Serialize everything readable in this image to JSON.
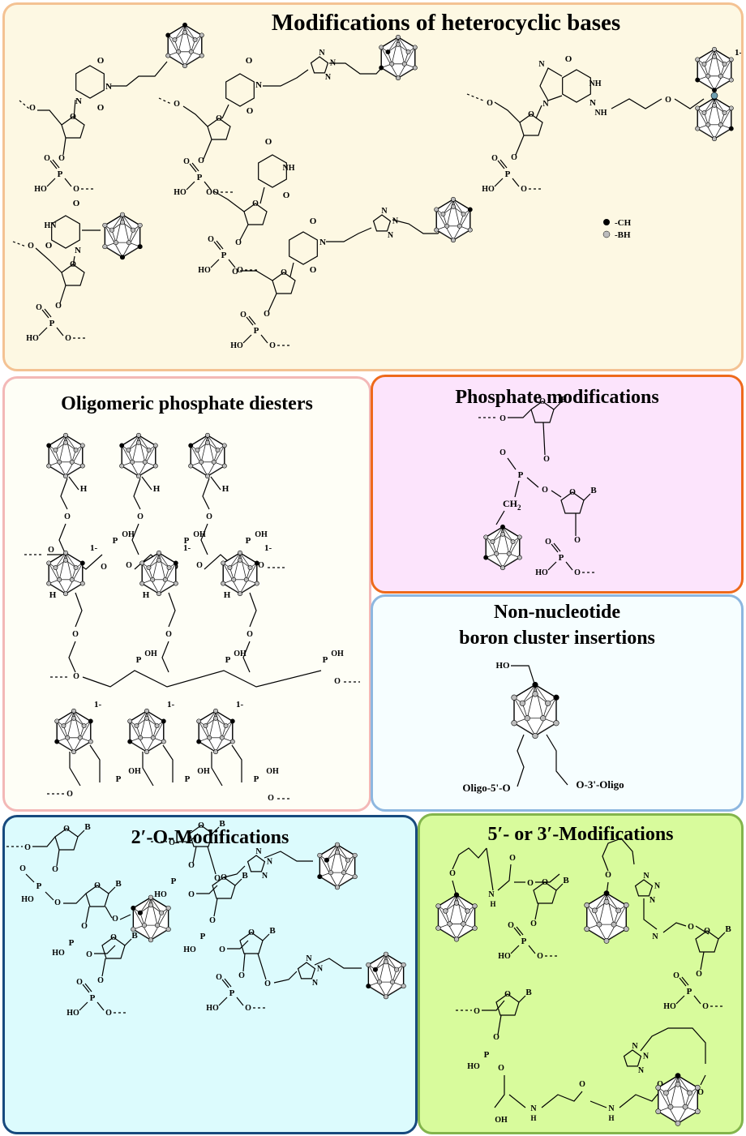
{
  "colors": {
    "heterocyclic_bg": "#fdf8e3",
    "heterocyclic_border": "#f4c293",
    "oligomeric_bg": "#fefef6",
    "oligomeric_border": "#f3b8b7",
    "phosphate_bg": "#fce4fc",
    "phosphate_border": "#ee6a1c",
    "nonnucleotide_bg": "#f6feff",
    "nonnucleotide_border": "#8db7e0",
    "twoO_bg": "#dcfbfd",
    "twoO_border": "#174a7e",
    "fivethree_bg": "#d8fb9c",
    "fivethree_border": "#83b54c",
    "carbon_vertex": "#000000",
    "boron_vertex": "#bdbdbd",
    "metal_vertex": "#6fa0b0"
  },
  "panels": {
    "heterocyclic": {
      "title": "Modifications of heterocyclic bases",
      "legend": {
        "ch": "-CH",
        "bh": "-BH"
      },
      "charge": "1-"
    },
    "oligomeric": {
      "title": "Oligomeric phosphate diesters",
      "charge": "1-"
    },
    "phosphate": {
      "title": "Phosphate modifications",
      "ch2": "CH",
      "ch2_sub": "2"
    },
    "nonnucleotide": {
      "title_line1": "Non-nucleotide",
      "title_line2": "boron cluster insertions",
      "oligo5": "Oligo-5'-O",
      "oligo3": "O-3'-Oligo"
    },
    "twoO": {
      "title": "2′-O-Modifications"
    },
    "fivethree": {
      "title": "5′- or 3′-Modifications"
    }
  },
  "atoms": {
    "O": "O",
    "N": "N",
    "H": "H",
    "P": "P",
    "B": "B",
    "NH": "NH",
    "HN": "HN",
    "HO": "HO",
    "OH": "OH",
    "dash": "- -"
  }
}
